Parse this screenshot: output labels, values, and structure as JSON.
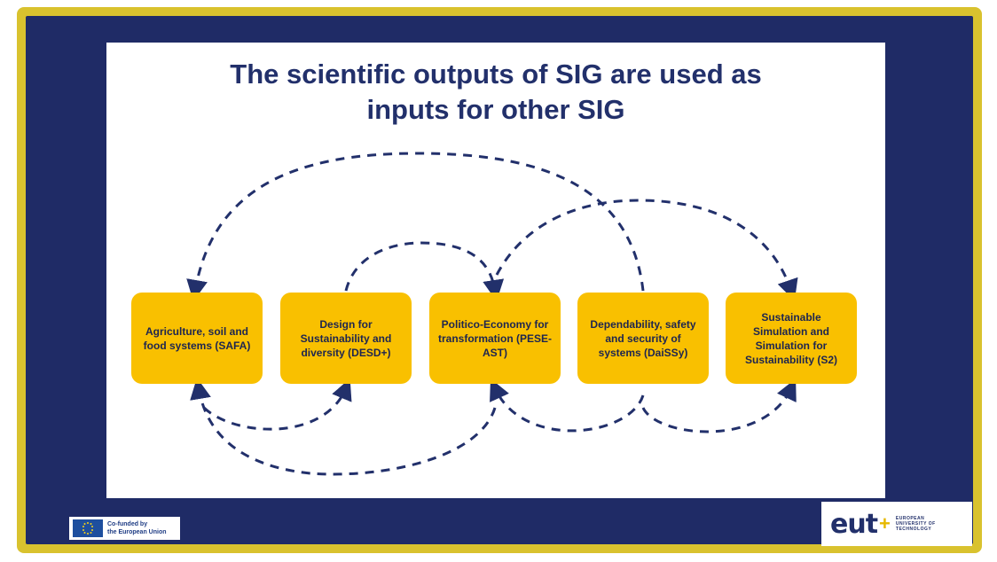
{
  "slide": {
    "title_line1": "The scientific outputs of SIG are used as",
    "title_line2": "inputs for other SIG"
  },
  "boxes": [
    {
      "label": "Agriculture, soil and food systems (SAFA)"
    },
    {
      "label": "Design for Sustainability and diversity (DESD+)"
    },
    {
      "label": "Politico-Economy for transformation (PESE-AST)"
    },
    {
      "label": "Dependability, safety and security of systems (DaiSSy)"
    },
    {
      "label": "Sustainable Simulation and Simulation for Sustainability (S2)"
    }
  ],
  "footer": {
    "eu_text_line1": "Co-funded by",
    "eu_text_line2": "the European Union",
    "eut_mark": "eut",
    "eut_plus": "+",
    "eut_sub_line1": "EUROPEAN",
    "eut_sub_line2": "UNIVERSITY OF",
    "eut_sub_line3": "TECHNOLOGY"
  },
  "colors": {
    "frame": "#d9c22e",
    "background": "#1f2b66",
    "box": "#f9c000",
    "arrow": "#22306b",
    "title": "#22306b"
  }
}
